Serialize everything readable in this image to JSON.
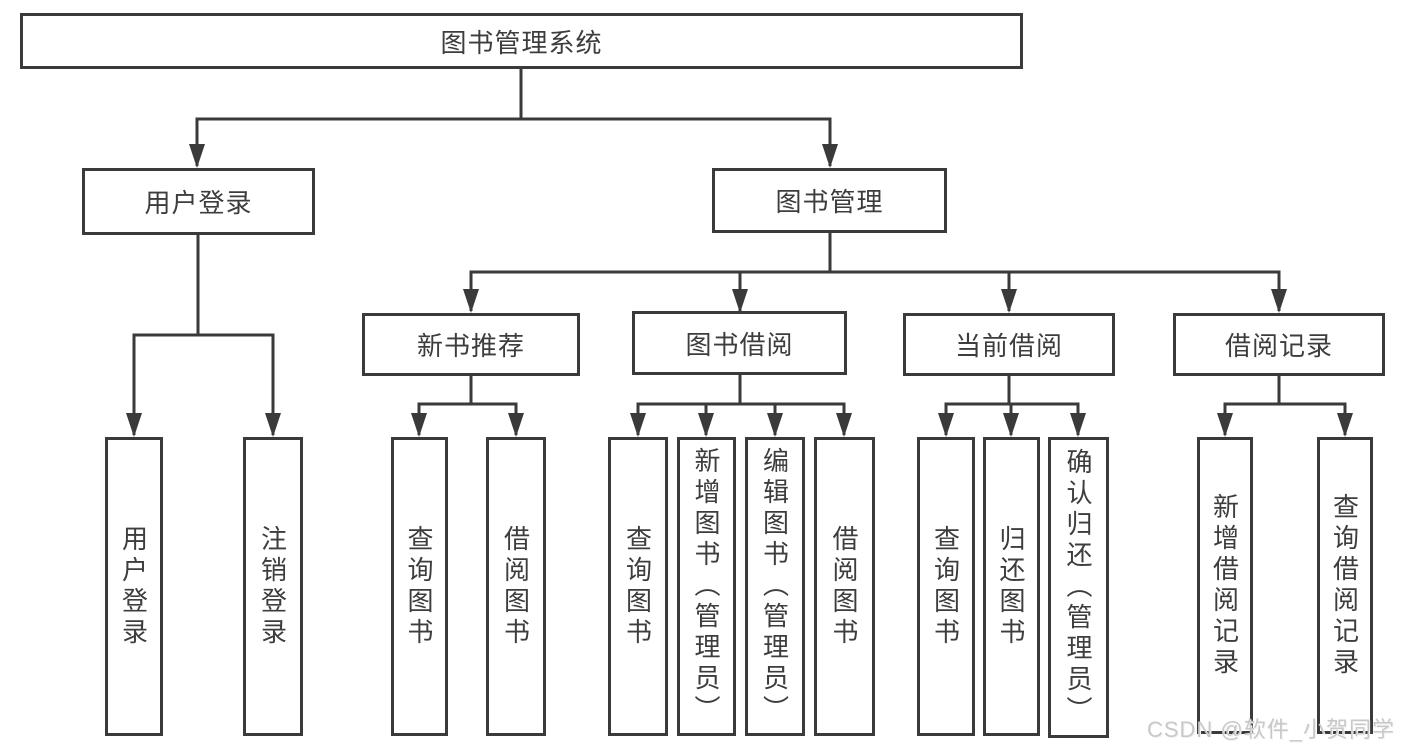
{
  "diagram": {
    "line_color": "#3a3a3a",
    "text_color": "#3d3d3d",
    "tree": {
      "root": {
        "label": "图书管理系统"
      },
      "branches": [
        {
          "label": "用户登录",
          "children": [
            {
              "label": "用户登录"
            },
            {
              "label": "注销登录"
            }
          ]
        },
        {
          "label": "图书管理",
          "children": [
            {
              "label": "新书推荐",
              "children": [
                {
                  "label": "查询图书"
                },
                {
                  "label": "借阅图书"
                }
              ]
            },
            {
              "label": "图书借阅",
              "children": [
                {
                  "label": "查询图书"
                },
                {
                  "label": "新增图书（管理员）"
                },
                {
                  "label": "编辑图书（管理员）"
                },
                {
                  "label": "借阅图书"
                }
              ]
            },
            {
              "label": "当前借阅",
              "children": [
                {
                  "label": "查询图书"
                },
                {
                  "label": "归还图书"
                },
                {
                  "label": "确认归还（管理员）"
                }
              ]
            },
            {
              "label": "借阅记录",
              "children": [
                {
                  "label": "新增借阅记录"
                },
                {
                  "label": "查询借阅记录"
                }
              ]
            }
          ]
        }
      ]
    }
  },
  "watermark": {
    "text": "CSDN @软件_小贺同学",
    "color": "#c8c8c8"
  }
}
